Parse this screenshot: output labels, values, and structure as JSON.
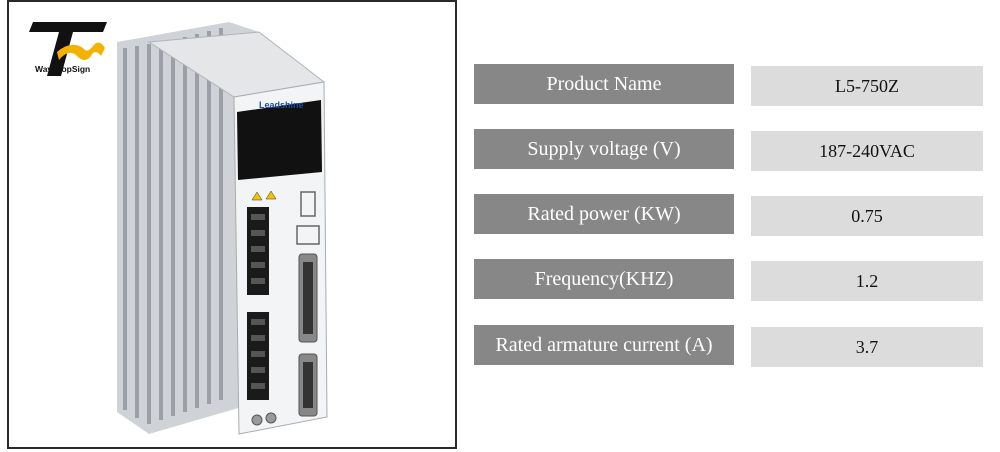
{
  "logo": {
    "text": "WaveTopSign"
  },
  "device": {
    "brand": "Leadshine"
  },
  "specs": [
    {
      "label": "Product Name",
      "value": "L5-750Z"
    },
    {
      "label": "Supply voltage (V)",
      "value": "187-240VAC"
    },
    {
      "label": "Rated power (KW)",
      "value": "0.75"
    },
    {
      "label": "Frequency(KHZ)",
      "value": "1.2"
    },
    {
      "label": "Rated armature current (A)",
      "value": "3.7"
    }
  ]
}
